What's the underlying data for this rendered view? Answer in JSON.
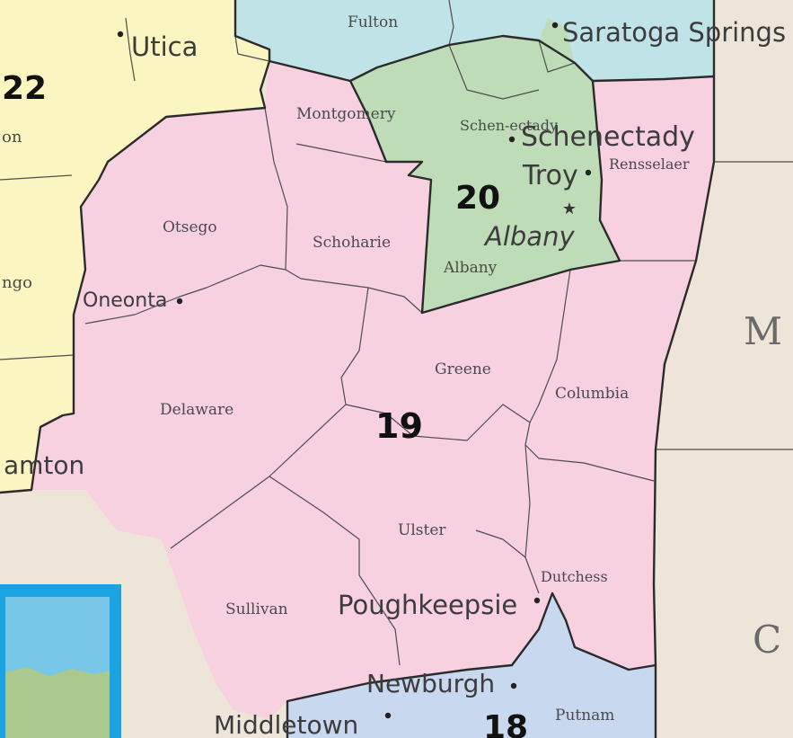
{
  "colors": {
    "background": "#ece5d8",
    "district_19": "#f7d1e0",
    "district_20": "#bfdcb8",
    "district_21": "#c0e3e8",
    "district_22": "#fbf5c2",
    "district_18": "#c8d9ef",
    "inset_frame": "#1aa3e0",
    "inset_water": "#79c7e8",
    "inset_land": "#a9c98f"
  },
  "districts": {
    "d19": "19",
    "d20": "20",
    "d22": "22",
    "d18": "18"
  },
  "counties": {
    "fulton": "Fulton",
    "montgomery": "Montgomery",
    "schenectady": "Schen-ectady",
    "rensselaer": "Rensselaer",
    "otsego": "Otsego",
    "schoharie": "Schoharie",
    "albany": "Albany",
    "greene": "Greene",
    "columbia": "Columbia",
    "delaware": "Delaware",
    "ulster": "Ulster",
    "sullivan": "Sullivan",
    "dutchess": "Dutchess",
    "putnam": "Putnam",
    "west_edge_a": "on",
    "west_edge_b": "ngo"
  },
  "cities": {
    "utica": "Utica",
    "saratoga": "Saratoga Springs",
    "schenectady": "Schenectady",
    "troy": "Troy",
    "albany": "Albany",
    "oneonta": "Oneonta",
    "binghamton": "amton",
    "poughkeepsie": "Poughkeepsie",
    "newburgh": "Newburgh",
    "middletown": "Middletown"
  },
  "states": {
    "ma": "M",
    "ct": "C"
  }
}
